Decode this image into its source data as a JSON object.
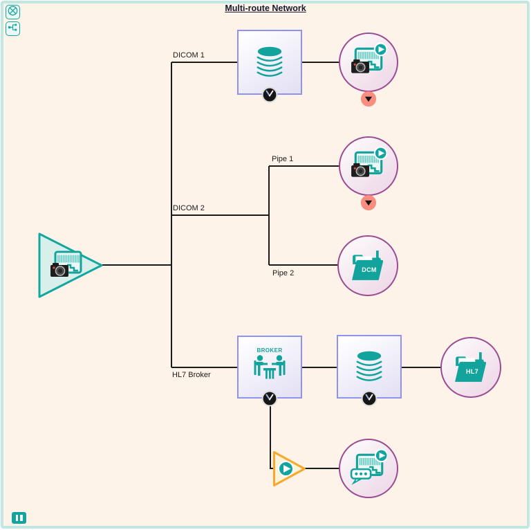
{
  "title": "Multi-route Network",
  "edges": {
    "dicom1": "DICOM 1",
    "dicom2": "DICOM 2",
    "pipe1": "Pipe 1",
    "pipe2": "Pipe 2",
    "hl7_broker": "HL7 Broker"
  },
  "nodes": {
    "broker_label": "BROKER",
    "dcm_label": "DCM",
    "hl7_label": "HL7"
  },
  "icons": {
    "toolbar_close": "circle-x",
    "toolbar_network": "branch-hierarchy",
    "toolbar_pause": "pause-bars",
    "source": "film-strip-camera",
    "archive": "film-strip-camera-play",
    "chat_archive": "film-strip-chat-play",
    "database": "database-cylinder",
    "broker": "people-at-table",
    "folder": "teal-folder",
    "clock": "clock-badge",
    "stopped": "down-triangle-badge",
    "filter": "play-triangle"
  },
  "colors": {
    "teal": "#12a39e",
    "canvas_bg": "#fdf3e9",
    "canvas_border": "#c1e7e2",
    "square_border": "#8d93ee",
    "circle_border": "#9b4b92",
    "orange": "#f7a830",
    "salmon_badge": "#f98d80",
    "line": "#1a1a1a"
  }
}
